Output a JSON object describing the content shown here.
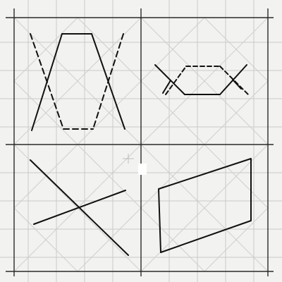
{
  "figure": {
    "panels": [
      {
        "id": "top-left",
        "subject": "truncated-cone-side-view"
      },
      {
        "id": "top-right",
        "subject": "hexagon-with-crossing-lines"
      },
      {
        "id": "bottom-left",
        "subject": "two-crossing-lines"
      },
      {
        "id": "bottom-right",
        "subject": "parallelogram"
      }
    ],
    "colors": {
      "paper": "#f2f2f0",
      "guideline": "#c9c9c9",
      "frame": "#2a2a2a",
      "ink": "#111111",
      "eraser-mark": "#ffffff"
    }
  }
}
